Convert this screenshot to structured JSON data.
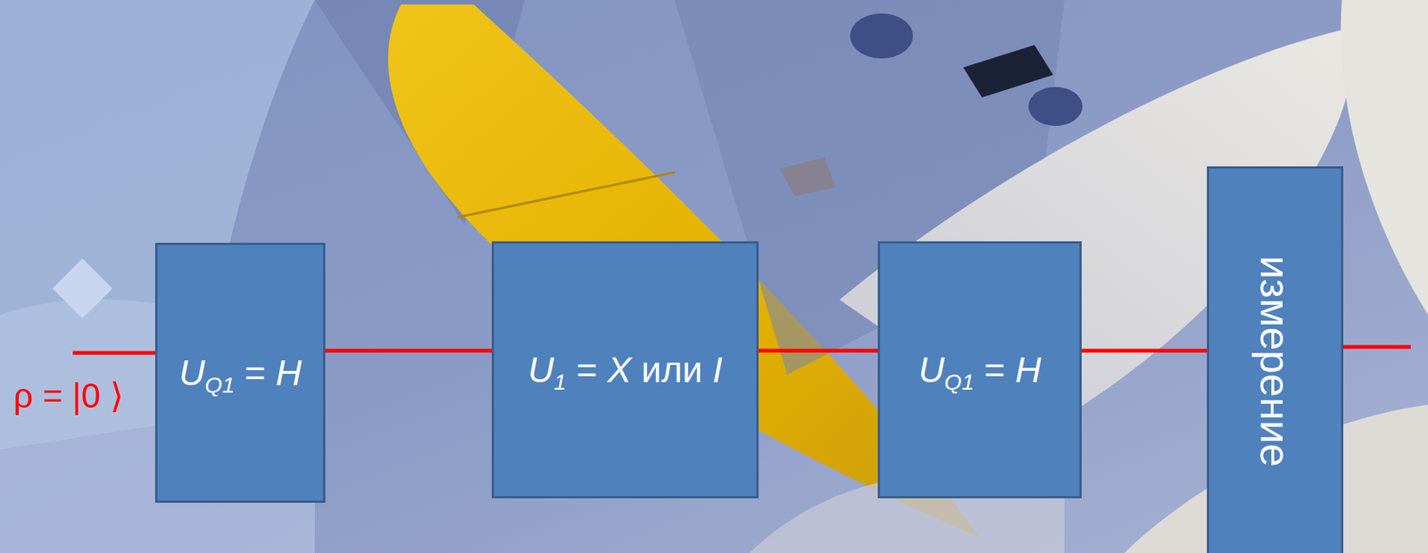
{
  "diagram": {
    "nodes": [
      {
        "text": [
          "UQ1 = H"
        ]
      },
      {
        "text": [
          "U1 = X или I"
        ]
      },
      {
        "text": [
          "UQ1 = H"
        ]
      },
      {
        "text": [
          "измерение"
        ]
      }
    ],
    "edges": [
      {
        "from": 0,
        "to": 1,
        "arrow": "none"
      },
      {
        "from": 1,
        "to": 2,
        "arrow": "none"
      },
      {
        "from": 2,
        "to": 3,
        "arrow": "none"
      }
    ],
    "labels": [
      "ρ = |0 ⟩"
    ]
  }
}
